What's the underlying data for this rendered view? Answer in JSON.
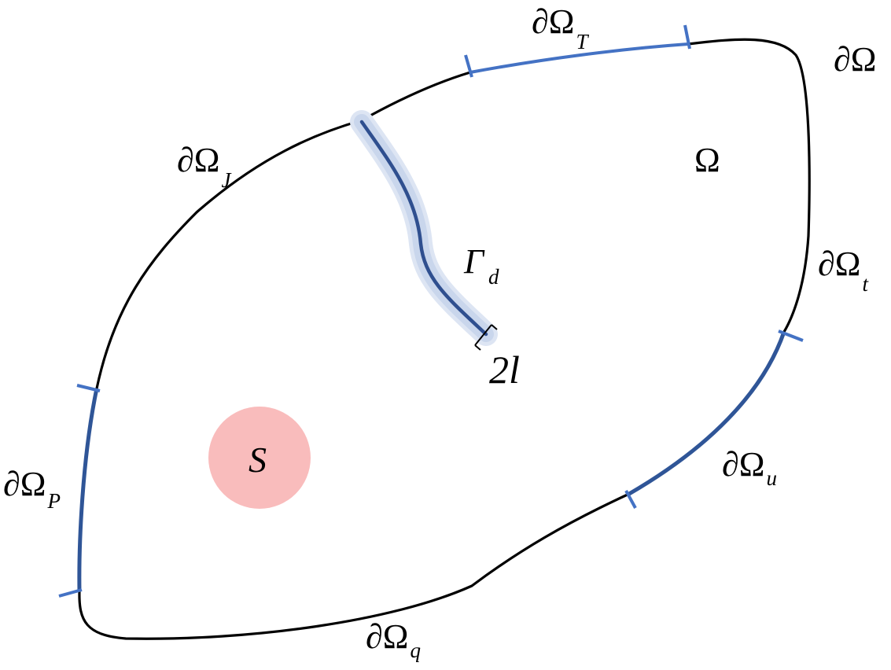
{
  "colors": {
    "domain_outline": "#000000",
    "boundary_segment": "#4472C4",
    "boundary_segment_dark": "#2F5597",
    "crack_core": "#2F4F8F",
    "crack_halo": "#C9D6EC",
    "source": "#F9BCBC"
  },
  "labels": {
    "boundary": {
      "main": "∂Ω",
      "sub": ""
    },
    "boundary_T": {
      "main": "∂Ω",
      "sub": "T"
    },
    "boundary_J": {
      "main": "∂Ω",
      "sub": "J"
    },
    "boundary_t": {
      "main": "∂Ω",
      "sub": "t"
    },
    "boundary_u": {
      "main": "∂Ω",
      "sub": "u"
    },
    "boundary_P": {
      "main": "∂Ω",
      "sub": "P"
    },
    "boundary_q": {
      "main": "∂Ω",
      "sub": "q"
    },
    "domain": "Ω",
    "crack": {
      "main": "Γ",
      "sub": "d"
    },
    "crack_width": "2l",
    "source": "S"
  }
}
